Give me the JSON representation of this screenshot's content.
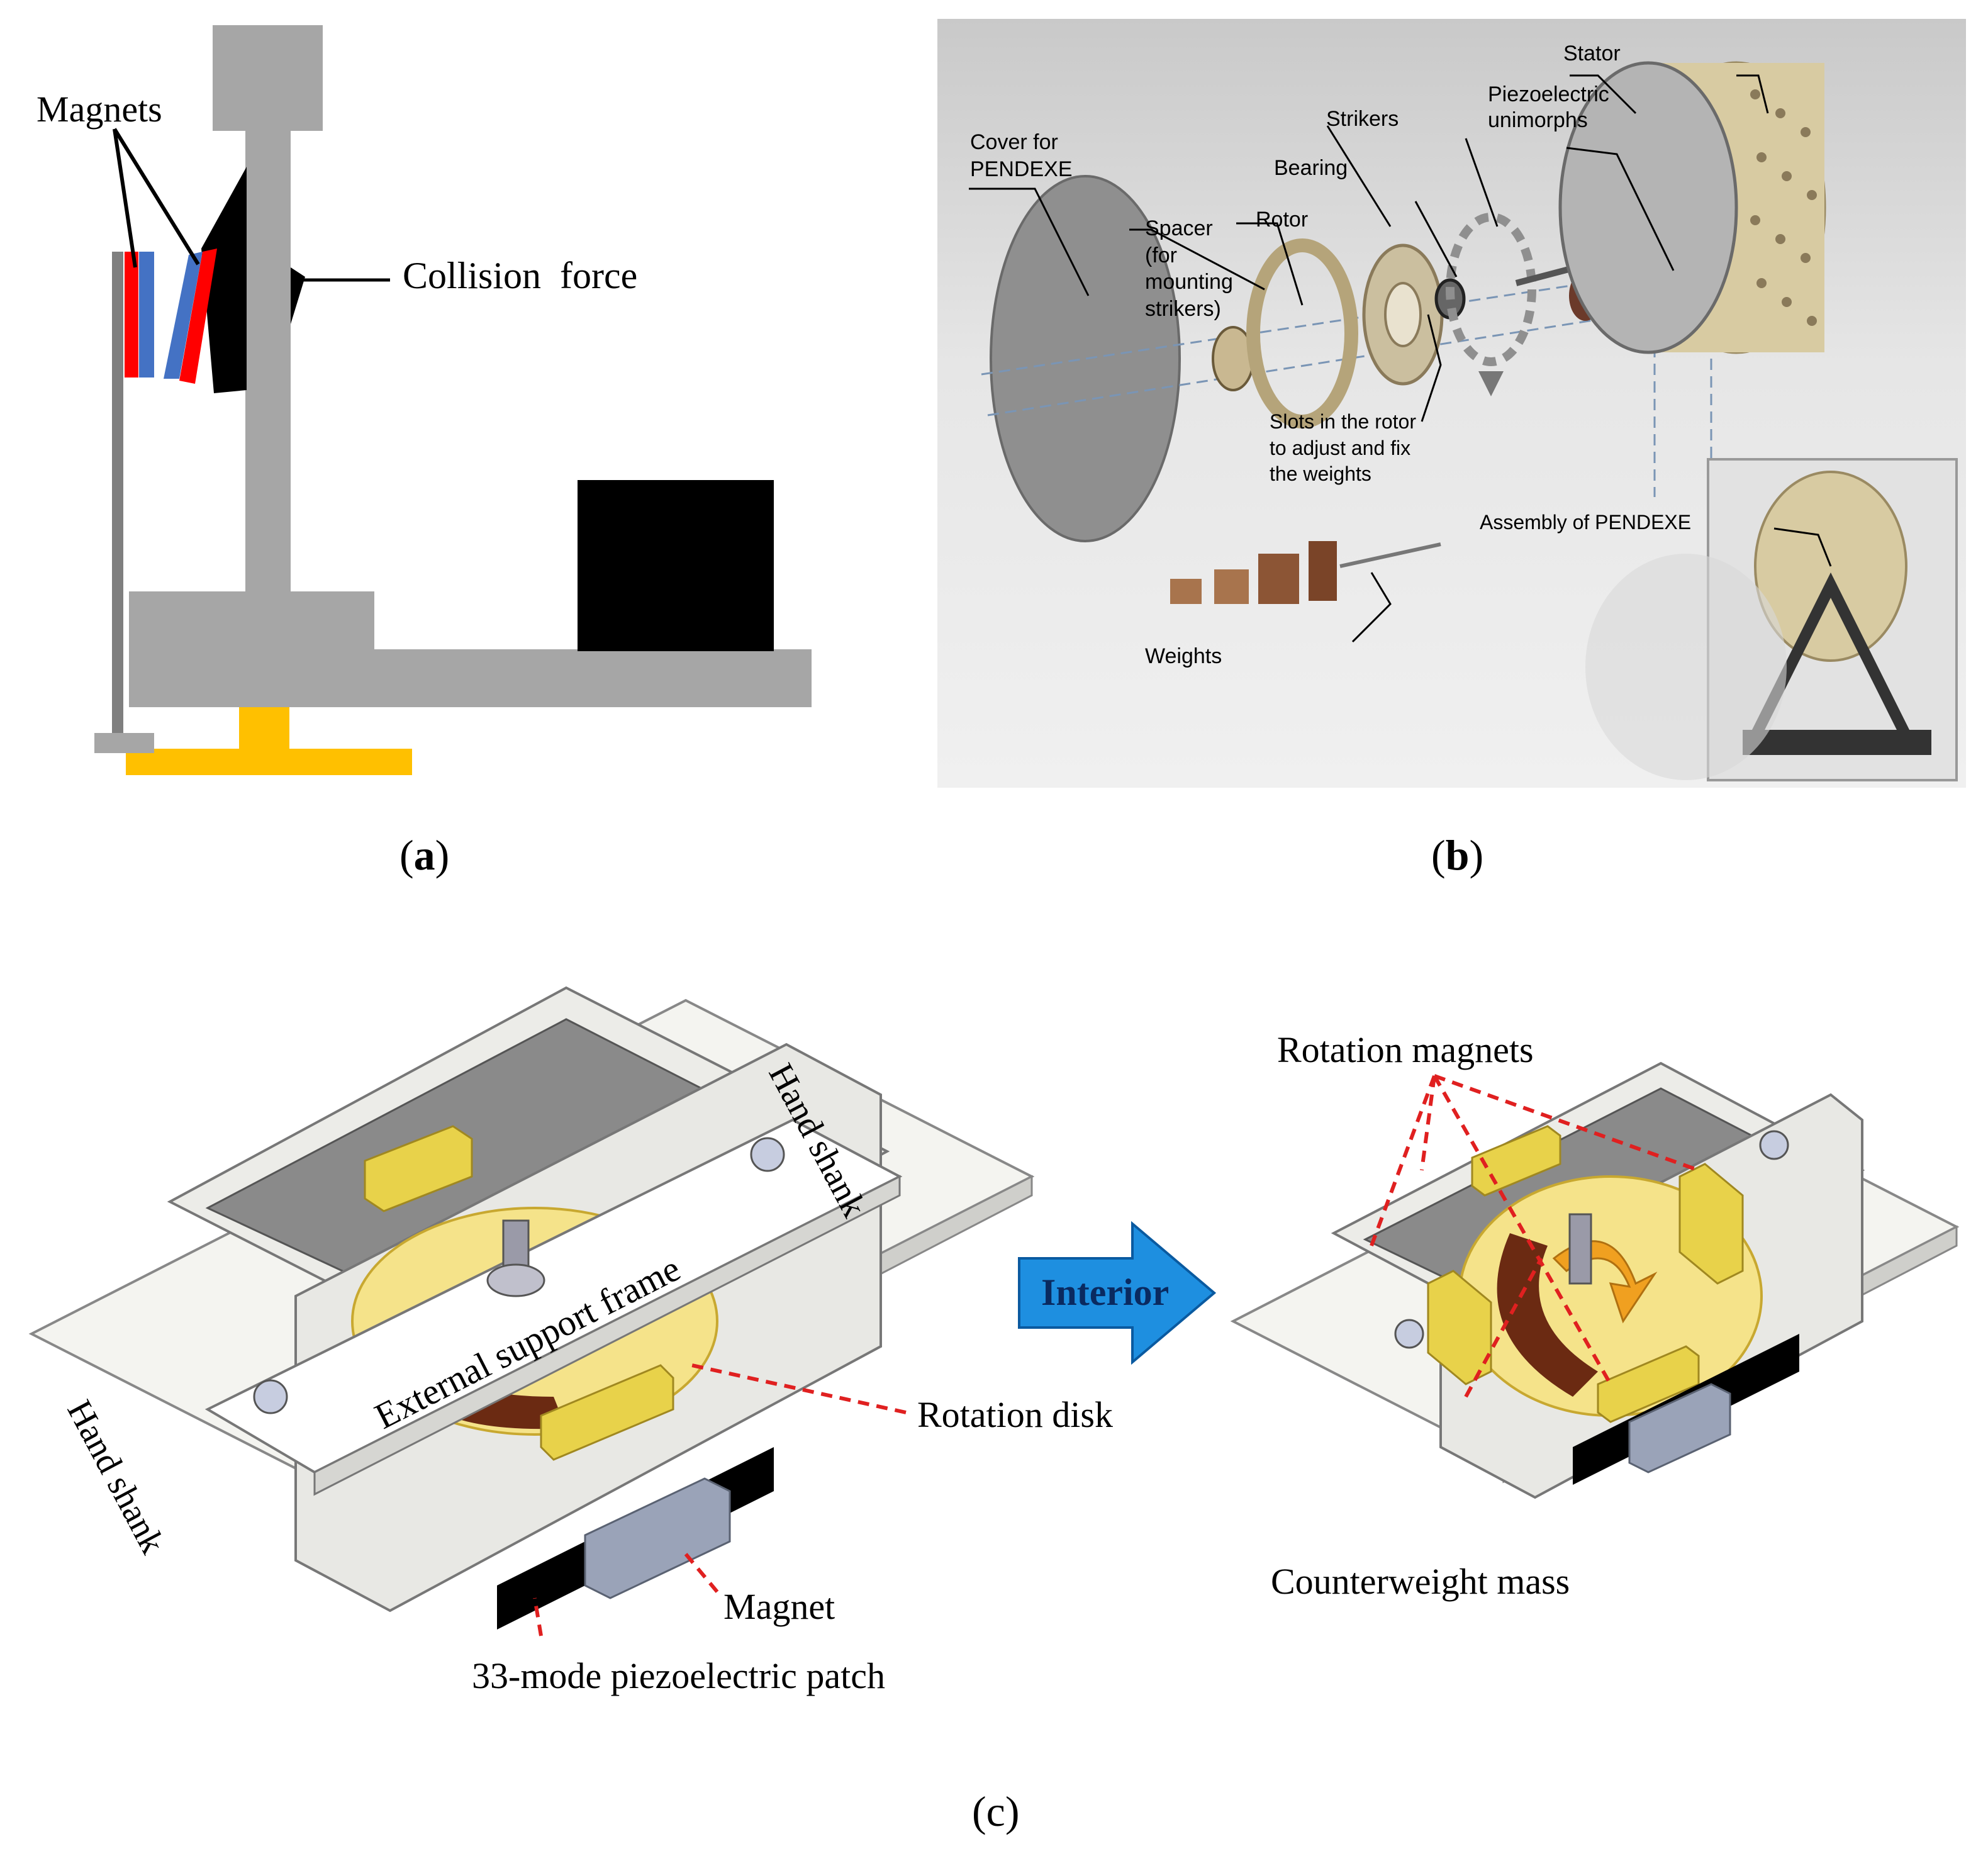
{
  "panel_a": {
    "label_magnets": "Magnets",
    "label_collision": "Collision  force",
    "caption": "a"
  },
  "panel_b": {
    "labels": {
      "cover": "Cover for\nPENDEXE",
      "spacer": "Spacer\n(for\nmounting\nstrikers)",
      "rotor": "Rotor",
      "bearing": "Bearing",
      "strikers": "Strikers",
      "piezo": "Piezoelectric\nunimorphs",
      "stator": "Stator",
      "slots": "Slots in the rotor\nto adjust and fix\nthe weights",
      "assembly": "Assembly of PENDEXE",
      "weights": "Weights"
    },
    "caption": "b"
  },
  "panel_c": {
    "hand_shank_right": "Hand shank",
    "hand_shank_left": "Hand shank",
    "frame": "External support frame",
    "rotation_disk": "Rotation disk",
    "magnet": "Magnet",
    "patch": "33-mode piezoelectric patch",
    "interior": "Interior",
    "rotation_magnets": "Rotation magnets",
    "counterweight": "Counterweight mass",
    "caption": "(c)"
  },
  "colors": {
    "gray": "#a6a6a6",
    "black": "#000000",
    "yellow": "#ffc000",
    "red": "#ff0000",
    "blue": "#4472c4",
    "arrow_blue": "#1e8fe0",
    "dashed_red": "#e02020"
  }
}
